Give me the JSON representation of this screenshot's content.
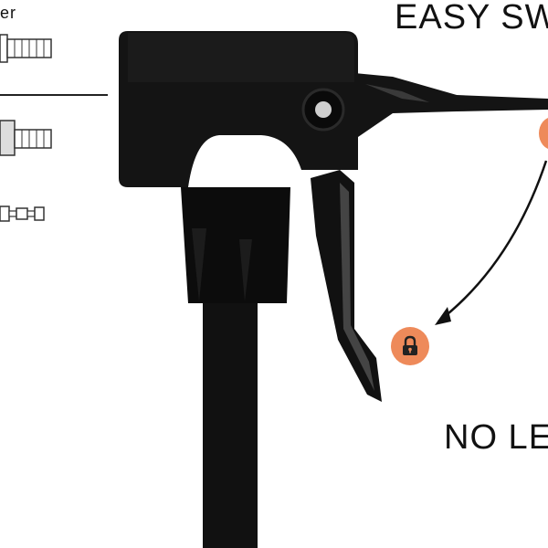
{
  "captions": {
    "top": "EASY SW",
    "bottom": "NO LE",
    "small_top_left": "er"
  },
  "icons": {
    "lock": "lock-icon",
    "unlock_partial": "unlock-badge",
    "double_arrow": "curved-double-arrow-icon"
  },
  "colors": {
    "accent": "#ee8a5a",
    "pump_body": "#111111",
    "text": "#111111"
  }
}
